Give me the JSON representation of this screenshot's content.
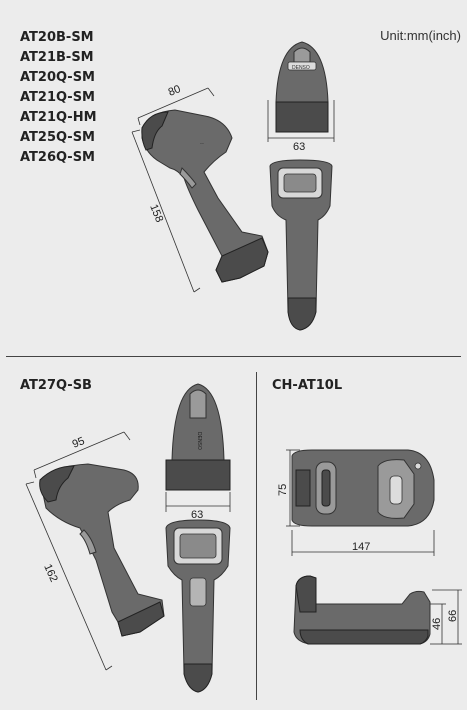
{
  "unit_label": "Unit:mm(inch)",
  "top_section": {
    "models": [
      "AT20B-SM",
      "AT21B-SM",
      "AT20Q-SM",
      "AT21Q-SM",
      "AT21Q-HM",
      "AT25Q-SM",
      "AT26Q-SM"
    ],
    "dims": {
      "width": "80",
      "length": "158",
      "front_width": "63"
    },
    "brand_label": "DENSO"
  },
  "scanner_section": {
    "title": "AT27Q-SB",
    "dims": {
      "width": "95",
      "length": "162",
      "front_width": "63"
    },
    "brand_label": "DENSO"
  },
  "cradle_section": {
    "title": "CH-AT10L",
    "dims": {
      "depth": "75",
      "width": "147",
      "height_low": "46",
      "height_high": "66"
    }
  },
  "colors": {
    "background": "#ececec",
    "body": "#6a6a6a",
    "dark": "#4b4b4b",
    "light": "#9a9a9a"
  }
}
